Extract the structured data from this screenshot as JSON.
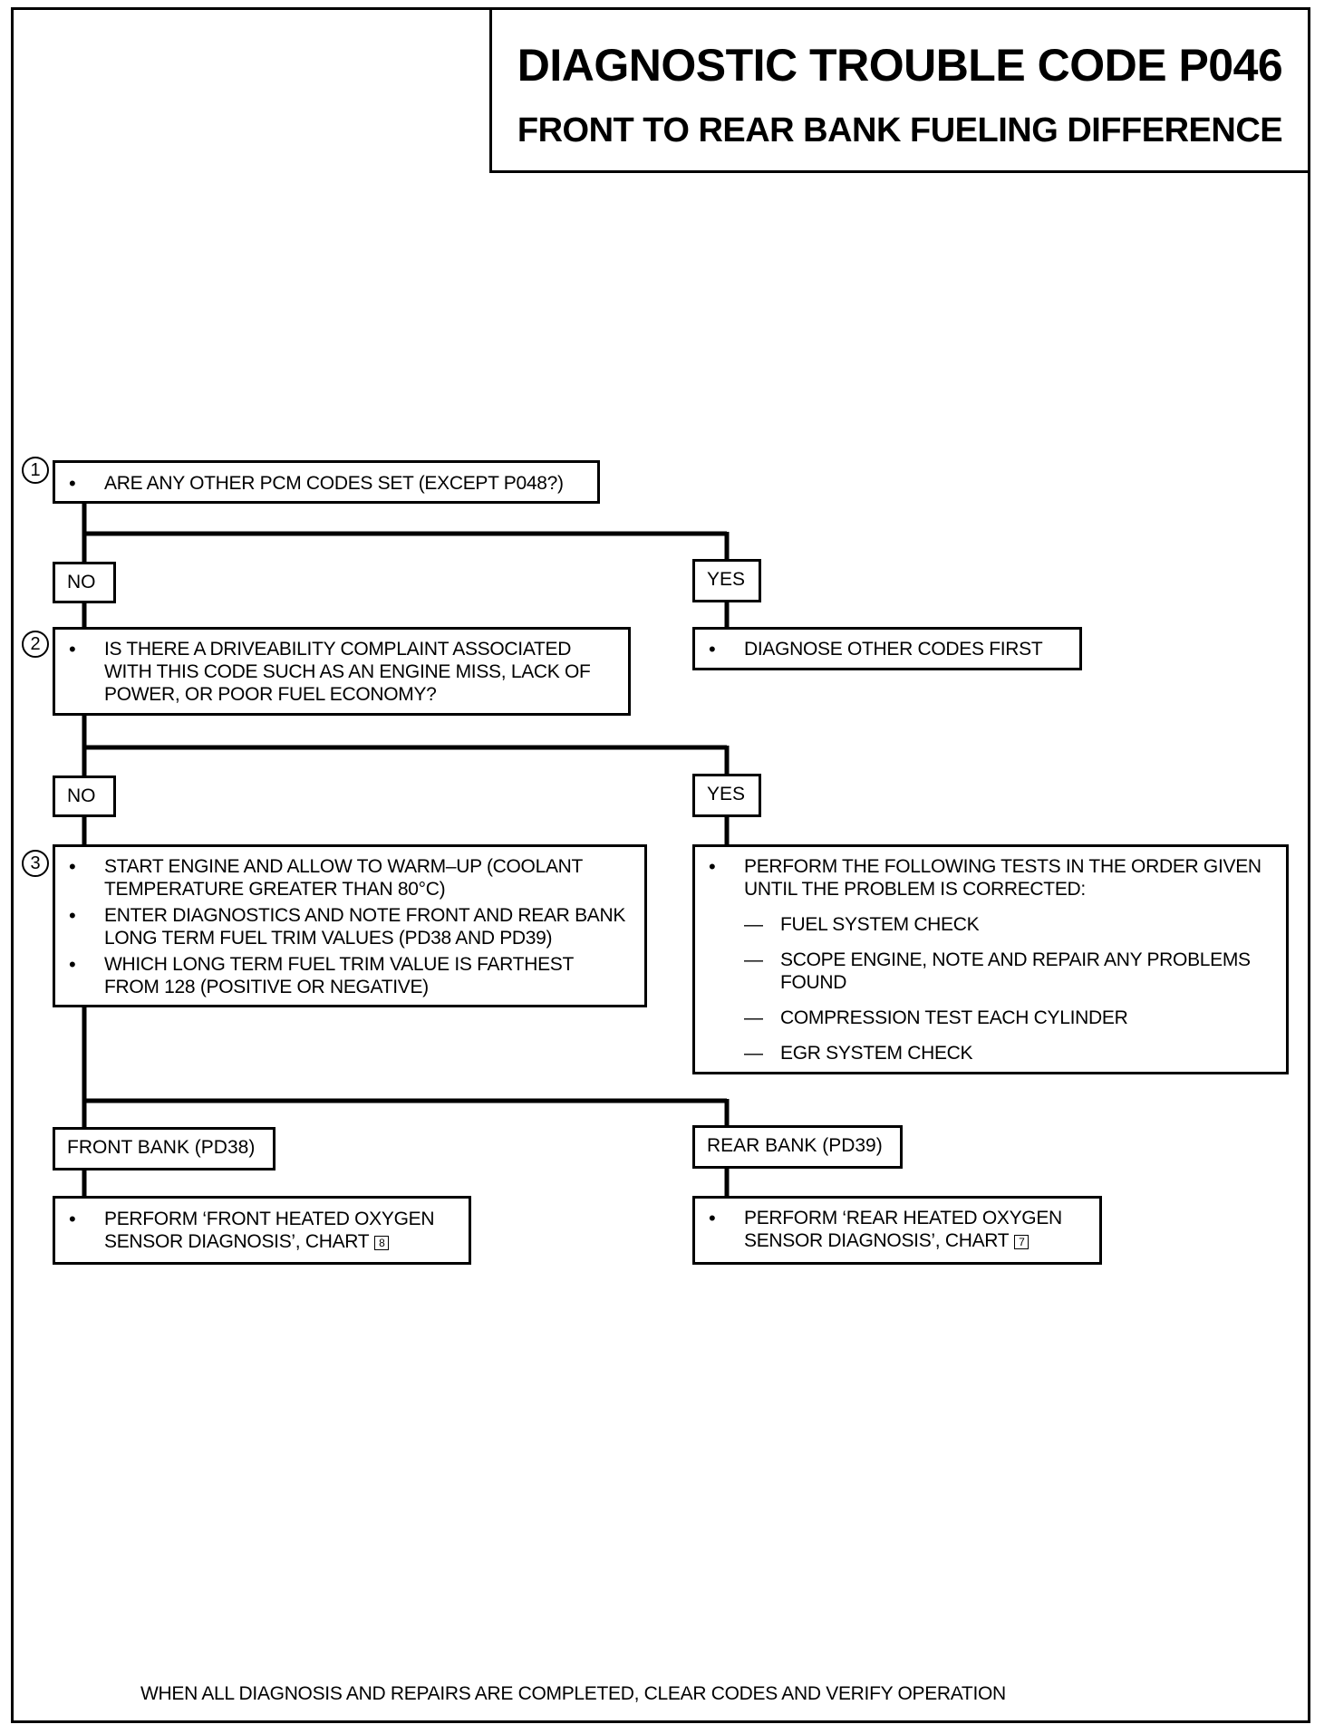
{
  "title": {
    "line1": "DIAGNOSTIC TROUBLE CODE P046",
    "line2": "FRONT TO REAR BANK FUELING DIFFERENCE"
  },
  "steps": [
    {
      "number": "1",
      "items": [
        "ARE ANY OTHER PCM CODES SET (EXCEPT P048?)"
      ]
    },
    {
      "number": "2",
      "items": [
        "IS THERE A DRIVEABILITY COMPLAINT ASSOCIATED WITH THIS CODE SUCH AS AN ENGINE MISS, LACK OF POWER, OR POOR FUEL ECONOMY?"
      ]
    },
    {
      "number": "3",
      "items": [
        "START ENGINE AND ALLOW TO WARM–UP (COOLANT TEMPERATURE GREATER THAN 80°C)",
        "ENTER DIAGNOSTICS AND NOTE FRONT AND REAR BANK LONG TERM FUEL TRIM VALUES (PD38 AND PD39)",
        "WHICH LONG TERM FUEL TRIM VALUE IS FARTHEST FROM 128 (POSITIVE OR NEGATIVE)"
      ]
    }
  ],
  "labels": {
    "no1": "NO",
    "yes1": "YES",
    "no2": "NO",
    "yes2": "YES",
    "front_bank": "FRONT BANK (PD38)",
    "rear_bank": "REAR BANK (PD39)"
  },
  "results": {
    "yes1": "DIAGNOSE OTHER CODES FIRST",
    "yes2": {
      "intro": "PERFORM  THE FOLLOWING TESTS IN THE ORDER GIVEN UNTIL THE PROBLEM IS CORRECTED:",
      "tests": [
        "FUEL SYSTEM CHECK",
        "SCOPE ENGINE, NOTE AND REPAIR ANY PROBLEMS FOUND",
        "COMPRESSION TEST EACH CYLINDER",
        "EGR SYSTEM CHECK"
      ]
    },
    "front": {
      "text": "PERFORM ‘FRONT HEATED OXYGEN SENSOR DIAGNOSIS’, CHART",
      "chart": "8"
    },
    "rear": {
      "text": "PERFORM ‘REAR HEATED OXYGEN SENSOR DIAGNOSIS’, CHART",
      "chart": "7"
    }
  },
  "footer": "WHEN ALL DIAGNOSIS AND REPAIRS ARE COMPLETED, CLEAR CODES AND VERIFY OPERATION"
}
